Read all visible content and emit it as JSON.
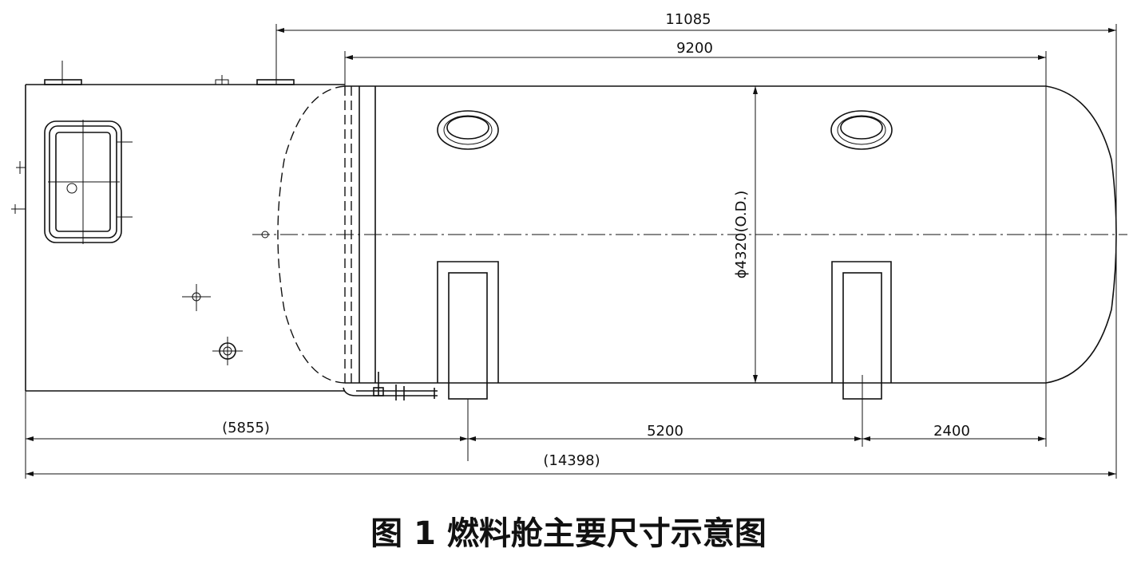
{
  "dimensions": {
    "overall_length_top": "11085",
    "cylinder_length": "9200",
    "diameter": "ϕ4320(O.D.)",
    "left_ref": "(5855)",
    "saddle_spacing": "5200",
    "saddle_to_end": "2400",
    "overall_length_bottom": "(14398)"
  },
  "caption": "图 1 燃料舱主要尺寸示意图"
}
